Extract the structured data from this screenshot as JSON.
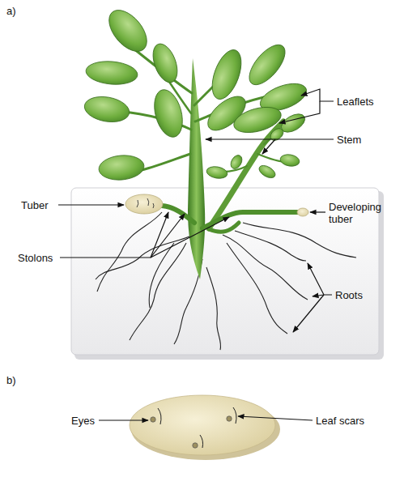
{
  "diagram": {
    "labels": [
      "a)",
      "Leaflets",
      "Stem",
      "Tuber",
      "Developing tuber",
      "Stolons",
      "Roots",
      "b)",
      "Eyes",
      "Leaf scars"
    ]
  }
}
